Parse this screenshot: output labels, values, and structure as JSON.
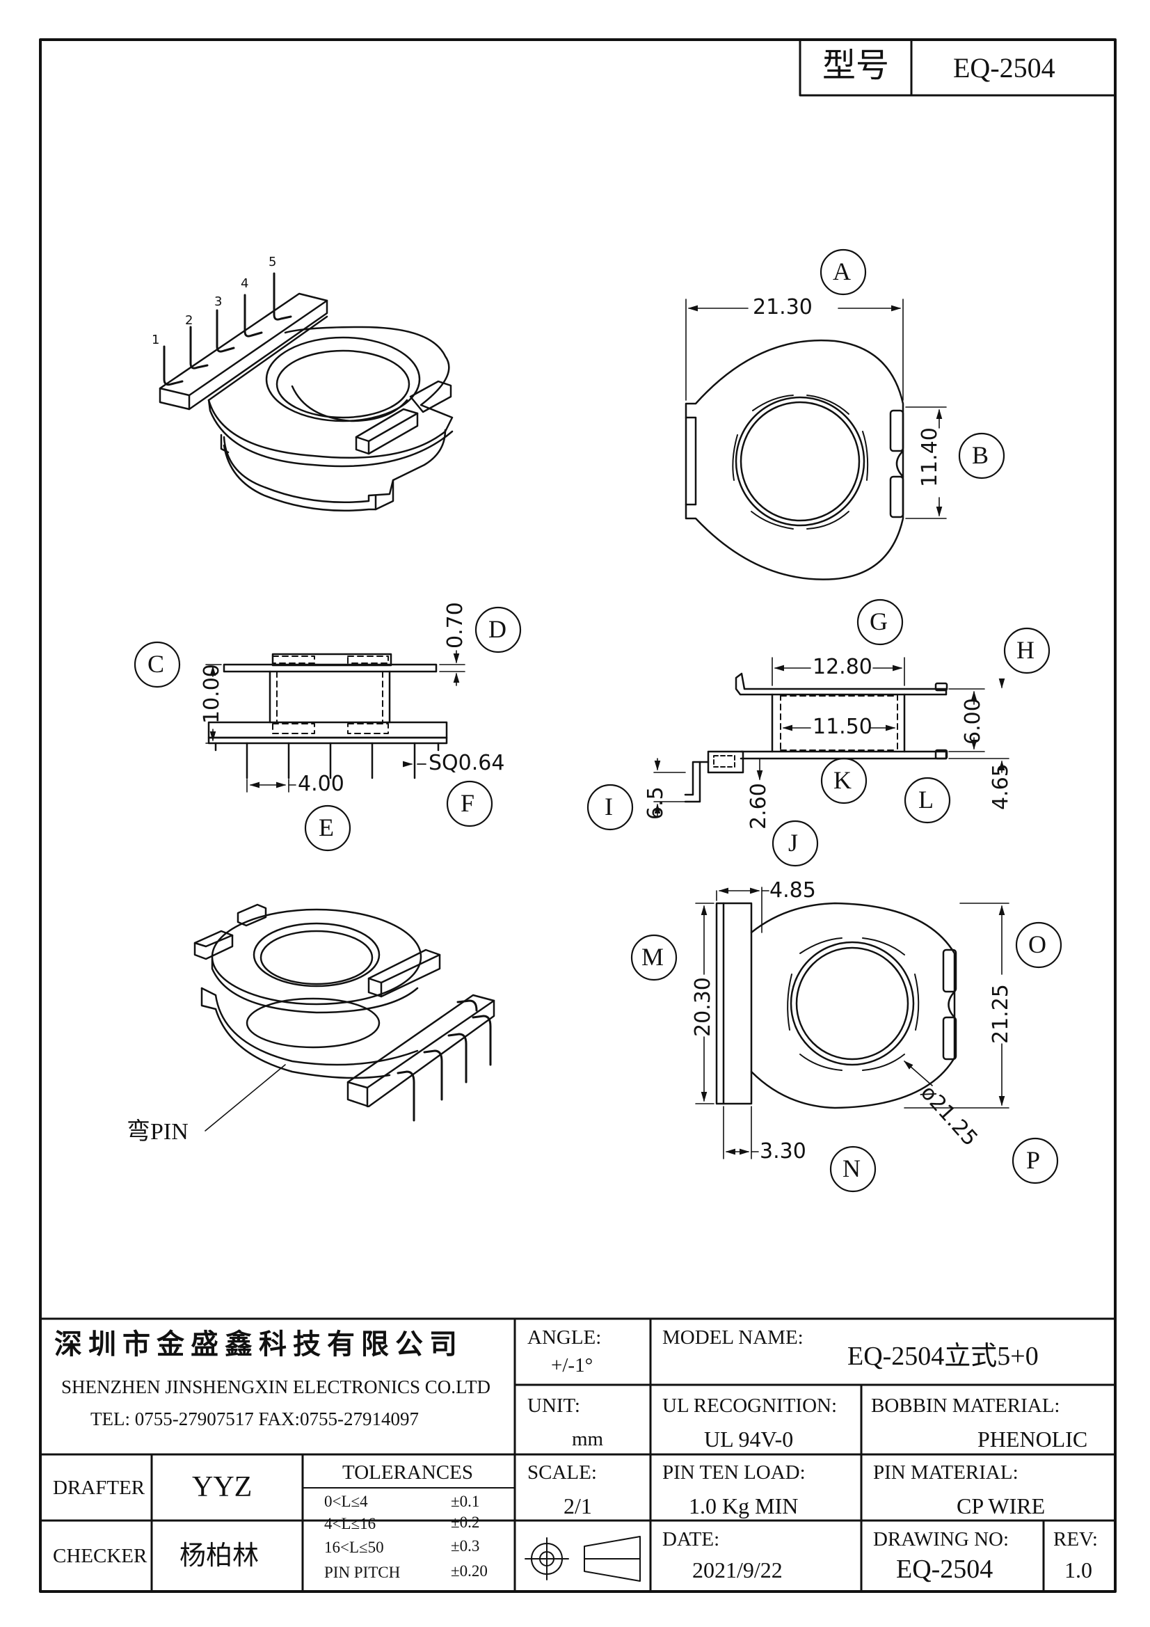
{
  "header": {
    "model_label": "型号",
    "model_value": "EQ-2504"
  },
  "callouts": {
    "A": "A",
    "B": "B",
    "C": "C",
    "D": "D",
    "E": "E",
    "F": "F",
    "G": "G",
    "H": "H",
    "I": "I",
    "J": "J",
    "K": "K",
    "L": "L",
    "M": "M",
    "N": "N",
    "O": "O",
    "P": "P"
  },
  "dimensions": {
    "A": "21.30",
    "B": "11.40",
    "C": "10.00",
    "D": "0.70",
    "E": "4.00",
    "F": "SQ0.64",
    "G": "12.80",
    "H": "6.00",
    "I": "6.5",
    "J": "2.60",
    "K": "11.50",
    "L": "4.65",
    "M": "20.30",
    "N": "3.30",
    "O": "21.25",
    "P": "ø21.25",
    "top_width": "4.85"
  },
  "pin_numbers": [
    "1",
    "2",
    "3",
    "4",
    "5"
  ],
  "bent_pin_label": "弯PIN",
  "title_block": {
    "company_cn": "深圳市金盛鑫科技有限公司",
    "company_en": "SHENZHEN JINSHENGXIN ELECTRONICS CO.LTD",
    "contact": "TEL: 0755-27907517   FAX:0755-27914097",
    "angle_label": "ANGLE:",
    "angle_value": "+/-1°",
    "model_name_label": "MODEL NAME:",
    "model_name_value": "EQ-2504立式5+0",
    "unit_label": "UNIT:",
    "unit_value": "mm",
    "ul_label": "UL RECOGNITION:",
    "ul_value": "UL 94V-0",
    "bobbin_label": "BOBBIN MATERIAL:",
    "bobbin_value": "PHENOLIC",
    "drafter_label": "DRAFTER",
    "drafter_value": "YYZ",
    "tolerances_label": "TOLERANCES",
    "tolerances": [
      {
        "range": "0<L≤4",
        "value": "±0.1"
      },
      {
        "range": "4<L≤16",
        "value": "±0.2"
      },
      {
        "range": "16<L≤50",
        "value": "±0.3"
      },
      {
        "range": "PIN PITCH",
        "value": "±0.20"
      }
    ],
    "scale_label": "SCALE:",
    "scale_value": "2/1",
    "pin_load_label": "PIN TEN LOAD:",
    "pin_load_value": "1.0 Kg MIN",
    "pin_material_label": "PIN MATERIAL:",
    "pin_material_value": "CP WIRE",
    "checker_label": "CHECKER",
    "checker_value": "杨柏林",
    "date_label": "DATE:",
    "date_value": "2021/9/22",
    "drawing_no_label": "DRAWING NO:",
    "drawing_no_value": "EQ-2504",
    "rev_label": "REV:",
    "rev_value": "1.0"
  }
}
